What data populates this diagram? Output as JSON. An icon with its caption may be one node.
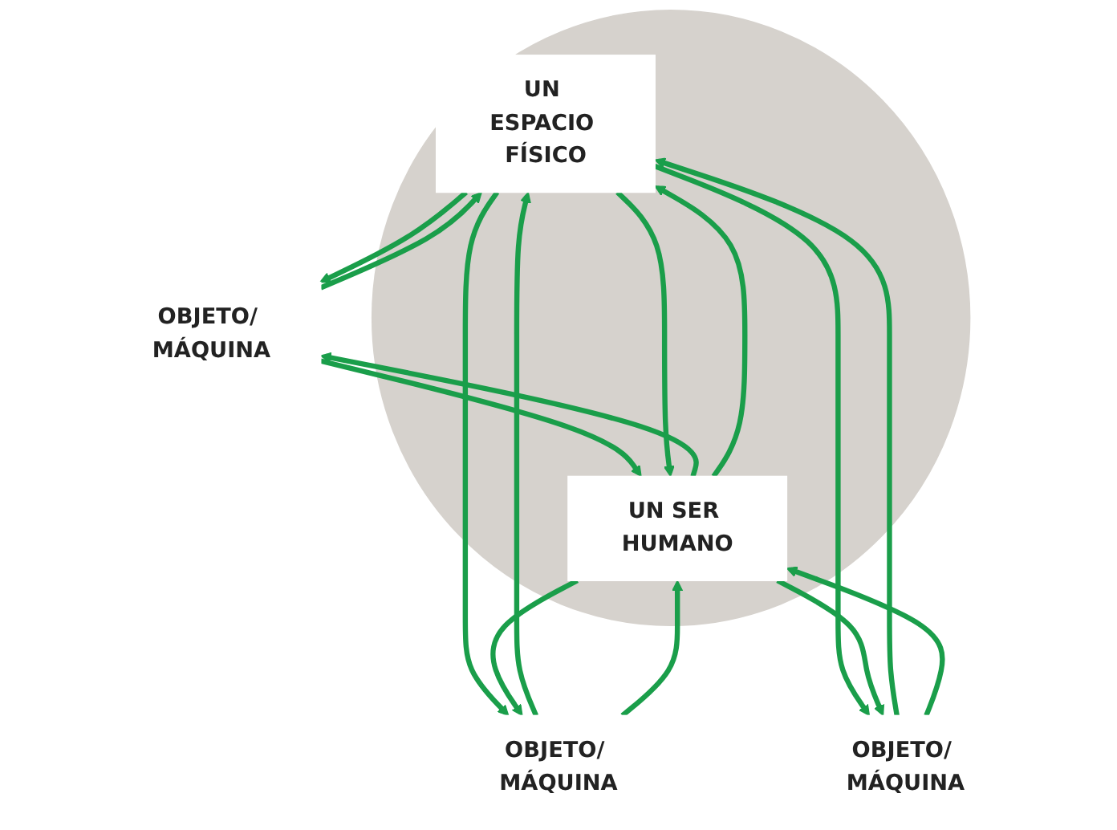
{
  "diagram": {
    "nodes": [
      {
        "text": [],
        "shape": "ellipse"
      },
      {
        "text": [
          "OBJETO/ MÁQUINA"
        ]
      },
      {
        "text": [
          "UN ESPACIO FÍSICO"
        ],
        "in": 0
      },
      {
        "text": [
          "OBJETO/ MÁQUINA"
        ]
      },
      {
        "text": [
          "UN SER HUMANO"
        ],
        "in": 0
      },
      {
        "text": [
          "OBJETO/ MÁQUINA"
        ]
      }
    ],
    "edges": [
      {
        "from": 2,
        "to": 1,
        "arrow": "to"
      },
      {
        "from": 1,
        "to": 2,
        "arrow": "to"
      },
      {
        "from": 1,
        "to": 4,
        "arrow": "to"
      },
      {
        "from": 4,
        "to": 1,
        "arrow": "to"
      },
      {
        "from": 2,
        "to": 5,
        "arrow": "to"
      },
      {
        "from": 5,
        "to": 2,
        "arrow": "to"
      },
      {
        "from": 2,
        "to": 4,
        "arrow": "to"
      },
      {
        "from": 4,
        "to": 2,
        "arrow": "to"
      },
      {
        "from": 2,
        "to": 3,
        "arrow": "to"
      },
      {
        "from": 3,
        "to": 2,
        "arrow": "to"
      },
      {
        "from": 4,
        "to": 5,
        "arrow": "to"
      },
      {
        "from": 5,
        "to": 4,
        "arrow": "to"
      },
      {
        "from": 3,
        "to": 4,
        "arrow": "to"
      },
      {
        "from": 4,
        "to": 3,
        "arrow": "to"
      }
    ]
  }
}
